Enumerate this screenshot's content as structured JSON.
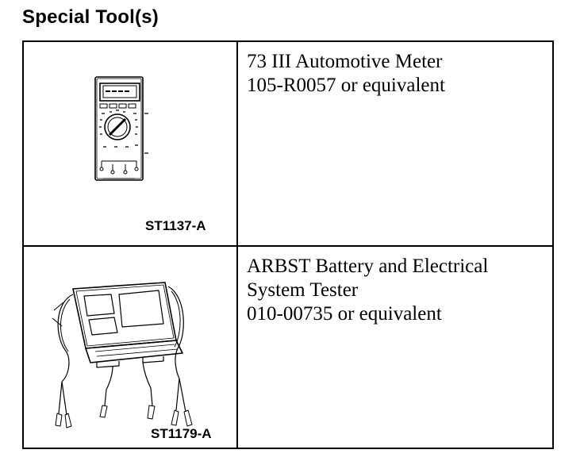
{
  "title": "Special Tool(s)",
  "tools": [
    {
      "code": "ST1137-A",
      "lines": [
        "73 III Automotive Meter",
        "105-R0057 or equivalent"
      ],
      "illustration": "multimeter-illustration"
    },
    {
      "code": "ST1179-A",
      "lines": [
        "ARBST Battery and Electrical",
        "System Tester",
        "010-00735 or equivalent"
      ],
      "illustration": "battery-tester-illustration"
    }
  ]
}
